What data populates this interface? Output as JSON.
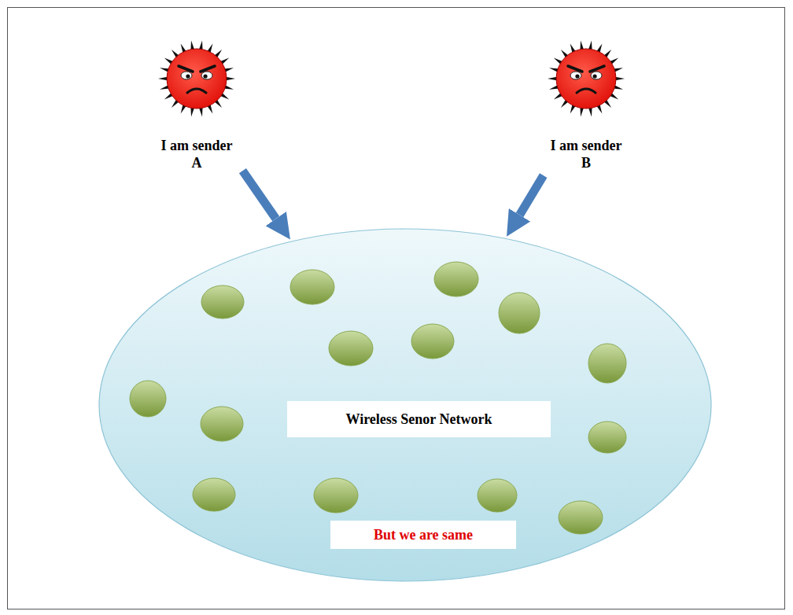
{
  "diagram": {
    "nodes": [
      {
        "text": [
          "I am sender A"
        ]
      },
      {
        "text": [
          "I am sender B"
        ]
      },
      {
        "text": [
          "Wireless Senor Network",
          "But we are same"
        ]
      }
    ],
    "edges": [
      {
        "from": 0,
        "to": 2,
        "arrow": "to"
      },
      {
        "from": 1,
        "to": 2,
        "arrow": "to"
      }
    ]
  }
}
